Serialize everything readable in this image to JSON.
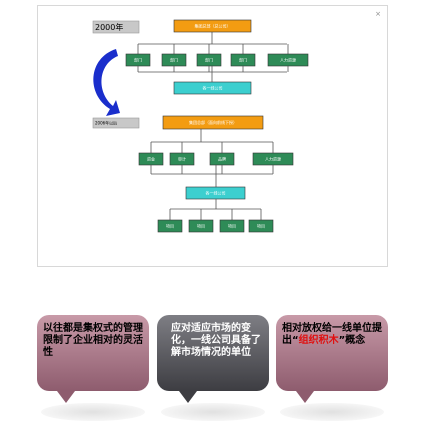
{
  "diagram": {
    "top_year_label": "2000年",
    "bottom_year_label": "2006年以后",
    "close_mark": "×",
    "top_root_label": "集团总部（总公司）",
    "top_departments": [
      "部门",
      "部门",
      "部门",
      "部门",
      "人力资源"
    ],
    "top_unit_label": "各一线公司",
    "bottom_root_label": "集团总部（面向前线下授）",
    "bottom_departments": [
      "资金",
      "审计",
      "品牌",
      "人力资源"
    ],
    "bottom_unit_label": "各一线公司",
    "bottom_sub_units": [
      "项目",
      "项目",
      "项目",
      "项目"
    ],
    "colors": {
      "root": "#f39c12",
      "department": "#2e8b57",
      "unit": "#3ccfcf",
      "year_box": "#c8c8c8",
      "arrow": "#1a2ecc",
      "line": "#555555"
    }
  },
  "callouts": [
    {
      "text_a": "以往都是集权式的管理限制了企业相对的灵活性"
    },
    {
      "text_a": "应对适应市场的变化，一线公司具备了解市场情况的单位"
    },
    {
      "text_a": "相对放权给一线单位提出“",
      "text_em": "组织积木",
      "text_b": "”概念"
    }
  ]
}
